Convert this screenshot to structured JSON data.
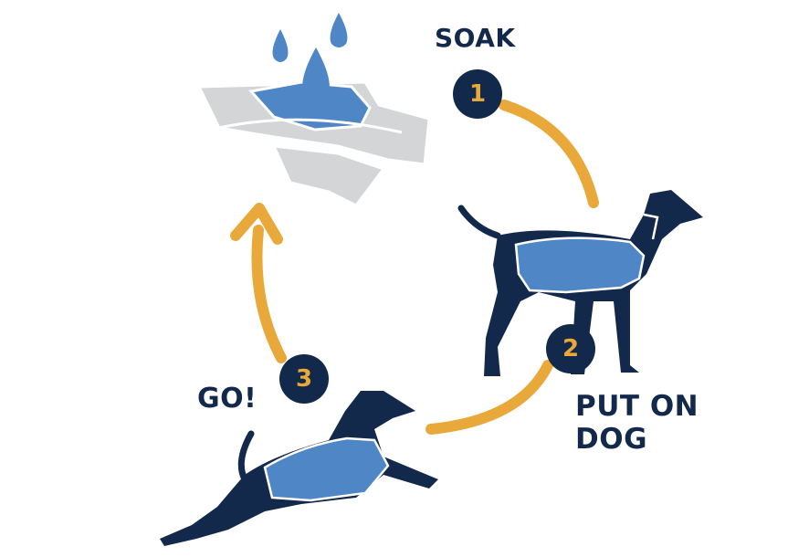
{
  "steps": [
    {
      "number": "1",
      "label": "SOAK"
    },
    {
      "number": "2",
      "label_line1": "PUT ON",
      "label_line2": "DOG"
    },
    {
      "number": "3",
      "label": "GO!"
    }
  ],
  "colors": {
    "navy": "#13294b",
    "gold": "#e8a93a",
    "blue": "#4f86c6",
    "gray": "#d3d5d7"
  }
}
